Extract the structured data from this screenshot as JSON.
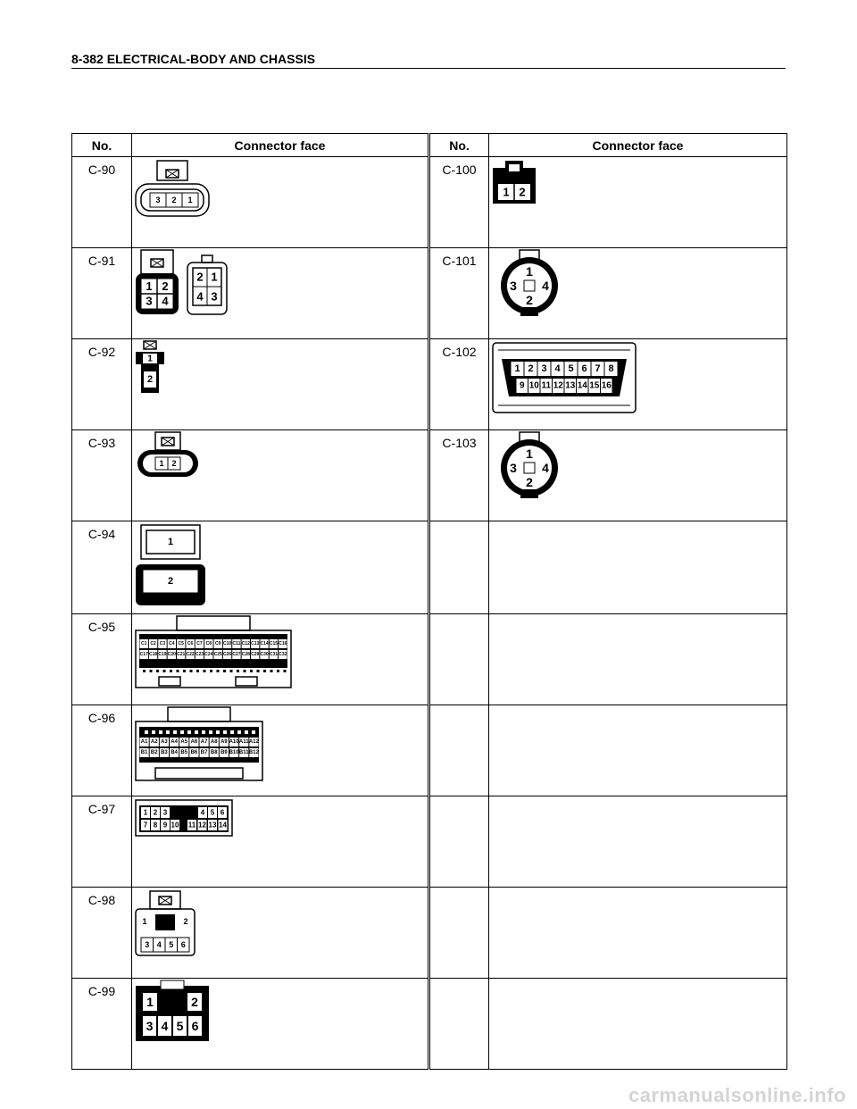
{
  "header": {
    "title": "8-382  ELECTRICAL-BODY AND CHASSIS"
  },
  "table": {
    "col_no": "No.",
    "col_face": "Connector face",
    "left": [
      {
        "no": "C-90",
        "icon": "connector-3pin-oval-icon"
      },
      {
        "no": "C-91",
        "icon": "connector-4pin-pair-icon"
      },
      {
        "no": "C-92",
        "icon": "connector-2pin-vertical-icon"
      },
      {
        "no": "C-93",
        "icon": "connector-2pin-oval-icon"
      },
      {
        "no": "C-94",
        "icon": "connector-2pin-stacked-icon"
      },
      {
        "no": "C-95",
        "icon": "connector-32pin-c-icon"
      },
      {
        "no": "C-96",
        "icon": "connector-24pin-ab-icon"
      },
      {
        "no": "C-97",
        "icon": "connector-14pin-icon"
      },
      {
        "no": "C-98",
        "icon": "connector-6pin-small-icon"
      },
      {
        "no": "C-99",
        "icon": "connector-6pin-large-icon"
      }
    ],
    "right": [
      {
        "no": "C-100",
        "icon": "connector-2pin-small-icon"
      },
      {
        "no": "C-101",
        "icon": "connector-4pin-round-icon"
      },
      {
        "no": "C-102",
        "icon": "connector-16pin-dlc-icon"
      },
      {
        "no": "C-103",
        "icon": "connector-4pin-round-icon"
      },
      {
        "no": "",
        "icon": ""
      },
      {
        "no": "",
        "icon": ""
      },
      {
        "no": "",
        "icon": ""
      },
      {
        "no": "",
        "icon": ""
      },
      {
        "no": "",
        "icon": ""
      },
      {
        "no": "",
        "icon": ""
      }
    ]
  },
  "pins": {
    "c90": [
      "3",
      "2",
      "1"
    ],
    "c91a": [
      "1",
      "2",
      "3",
      "4"
    ],
    "c91b": [
      "2",
      "1",
      "4",
      "3"
    ],
    "c92": [
      "1",
      "2"
    ],
    "c93": [
      "1",
      "2"
    ],
    "c94": [
      "1",
      "2"
    ],
    "c95_top": [
      "C1",
      "C2",
      "C3",
      "C4",
      "C5",
      "C6",
      "C7",
      "C8",
      "C9",
      "C10",
      "C11",
      "C12",
      "C13",
      "C14",
      "C15",
      "C16"
    ],
    "c95_bottom": [
      "C17",
      "C18",
      "C19",
      "C20",
      "C21",
      "C22",
      "C23",
      "C24",
      "C25",
      "C26",
      "C27",
      "C28",
      "C29",
      "C30",
      "C31",
      "C32"
    ],
    "c96_top": [
      "A1",
      "A2",
      "A3",
      "A4",
      "A5",
      "A6",
      "A7",
      "A8",
      "A9",
      "A10",
      "A11",
      "A12"
    ],
    "c96_bottom": [
      "B1",
      "B2",
      "B3",
      "B4",
      "B5",
      "B6",
      "B7",
      "B8",
      "B9",
      "B10",
      "B11",
      "B12"
    ],
    "c97_top": [
      "1",
      "2",
      "3",
      "4",
      "5",
      "6"
    ],
    "c97_bottom": [
      "7",
      "8",
      "9",
      "10",
      "11",
      "12",
      "13",
      "14"
    ],
    "c98": [
      "1",
      "2",
      "3",
      "4",
      "5",
      "6"
    ],
    "c99": [
      "1",
      "2",
      "3",
      "4",
      "5",
      "6"
    ],
    "c100": [
      "1",
      "2"
    ],
    "c101": [
      "1",
      "3",
      "4",
      "2"
    ],
    "c102_top": [
      "1",
      "2",
      "3",
      "4",
      "5",
      "6",
      "7",
      "8"
    ],
    "c102_bottom": [
      "9",
      "10",
      "11",
      "12",
      "13",
      "14",
      "15",
      "16"
    ],
    "c103": [
      "1",
      "3",
      "4",
      "2"
    ]
  },
  "footer": {
    "watermark": "carmanualsonline.info"
  }
}
